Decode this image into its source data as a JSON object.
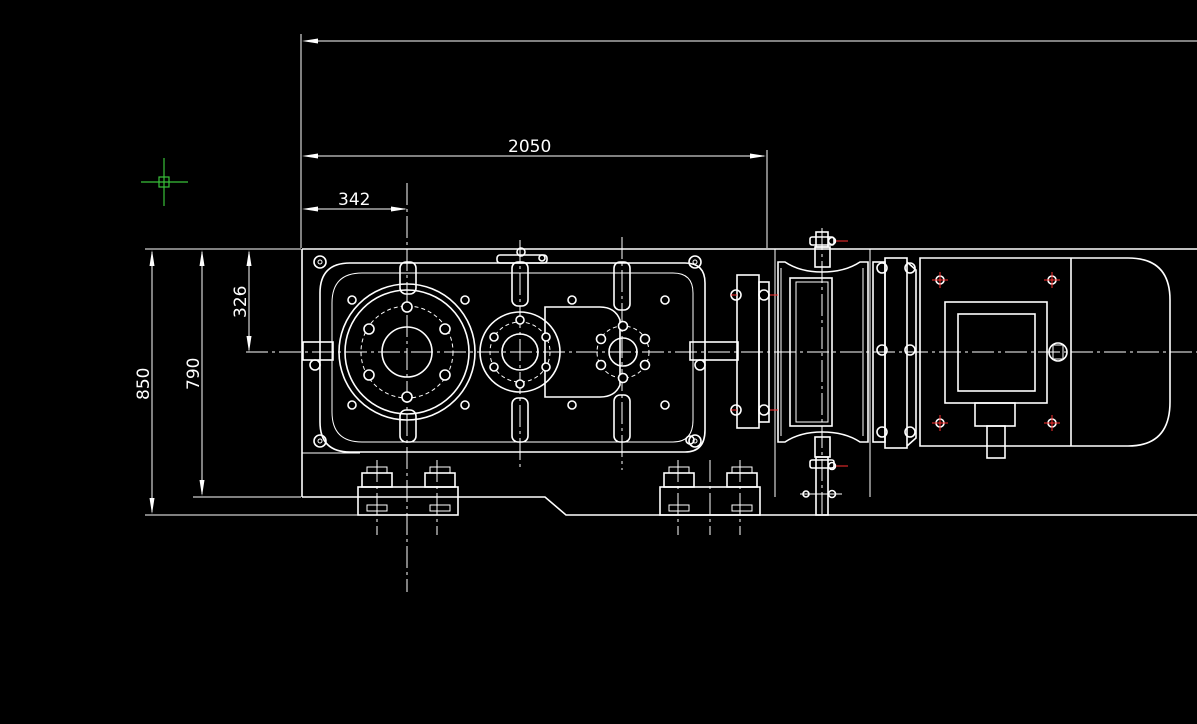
{
  "drawing": {
    "background": "#000000",
    "line_color": "#ffffff",
    "accent_color": "#ff3030",
    "cursor_color": "#39c13a",
    "dimensions": {
      "overall_length": "2050",
      "shaft_offset": "342",
      "shaft_height": "326",
      "body_height": "790",
      "total_height": "850"
    }
  }
}
